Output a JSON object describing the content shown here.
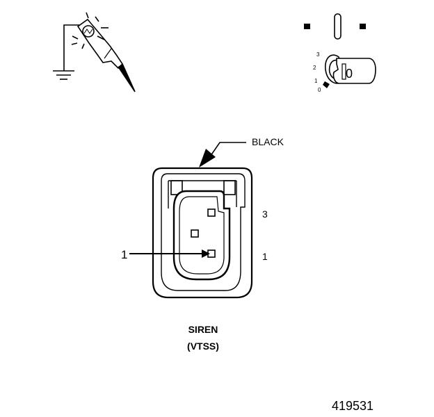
{
  "connector": {
    "color_label": "BLACK",
    "pin_top_label": "3",
    "pin_bottom_label": "1",
    "callout_label": "1",
    "name": "SIREN",
    "sub_name": "(VTSS)"
  },
  "ignition": {
    "positions": [
      "3",
      "2",
      "1",
      "0"
    ],
    "key_label": "0"
  },
  "figure_number": "419531",
  "colors": {
    "line": "#000000",
    "background": "#ffffff"
  }
}
